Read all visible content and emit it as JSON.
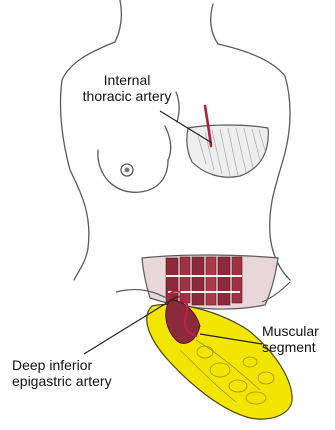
{
  "labels": {
    "internal_thoracic": {
      "line1": "Internal",
      "line2": "thoracic artery"
    },
    "muscular_segment": {
      "line1": "Muscular",
      "line2": "segment"
    },
    "deep_inferior": {
      "line1": "Deep inferior",
      "line2": "epigastric artery"
    }
  },
  "colors": {
    "outline": "#5a5a5a",
    "muscle_red": "#8b2a3a",
    "artery_red": "#b0203a",
    "flap_yellow": "#f2e600",
    "pencil_gray": "#b8b8b8"
  }
}
